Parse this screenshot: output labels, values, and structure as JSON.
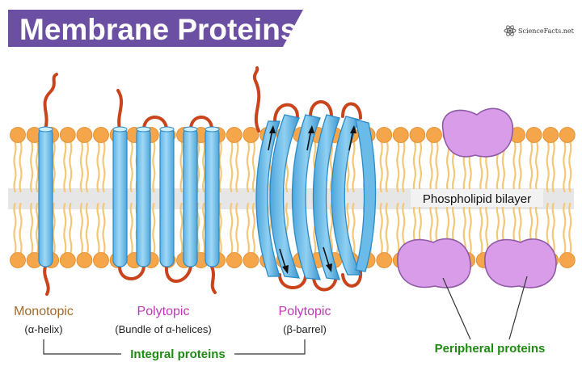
{
  "title": "Membrane Proteins",
  "logo_text": "ScienceFacts.net",
  "bilayer_label": "Phospholipid bilayer",
  "labels": {
    "monotopic": {
      "name": "Monotopic",
      "detail": "(α-helix)"
    },
    "polytopic_bundle": {
      "name": "Polytopic",
      "detail": "(Bundle of α-helices)"
    },
    "polytopic_barrel": {
      "name": "Polytopic",
      "detail": "(β-barrel)"
    }
  },
  "groups": {
    "integral": "Integral proteins",
    "peripheral": "Peripheral proteins"
  },
  "colors": {
    "banner": "#6b4fa3",
    "lipid_head": "#f5a54a",
    "lipid_tail": "#f4c777",
    "core_band": "#e6e6e6",
    "helix": "#7ec8ef",
    "helix_edge": "#2a8bc6",
    "loop": "#c9431b",
    "peripheral_protein": "#d89ce8",
    "monotopic_text": "#a26a2a",
    "polytopic_text": "#c037b7",
    "group_text": "#1f8a12"
  }
}
